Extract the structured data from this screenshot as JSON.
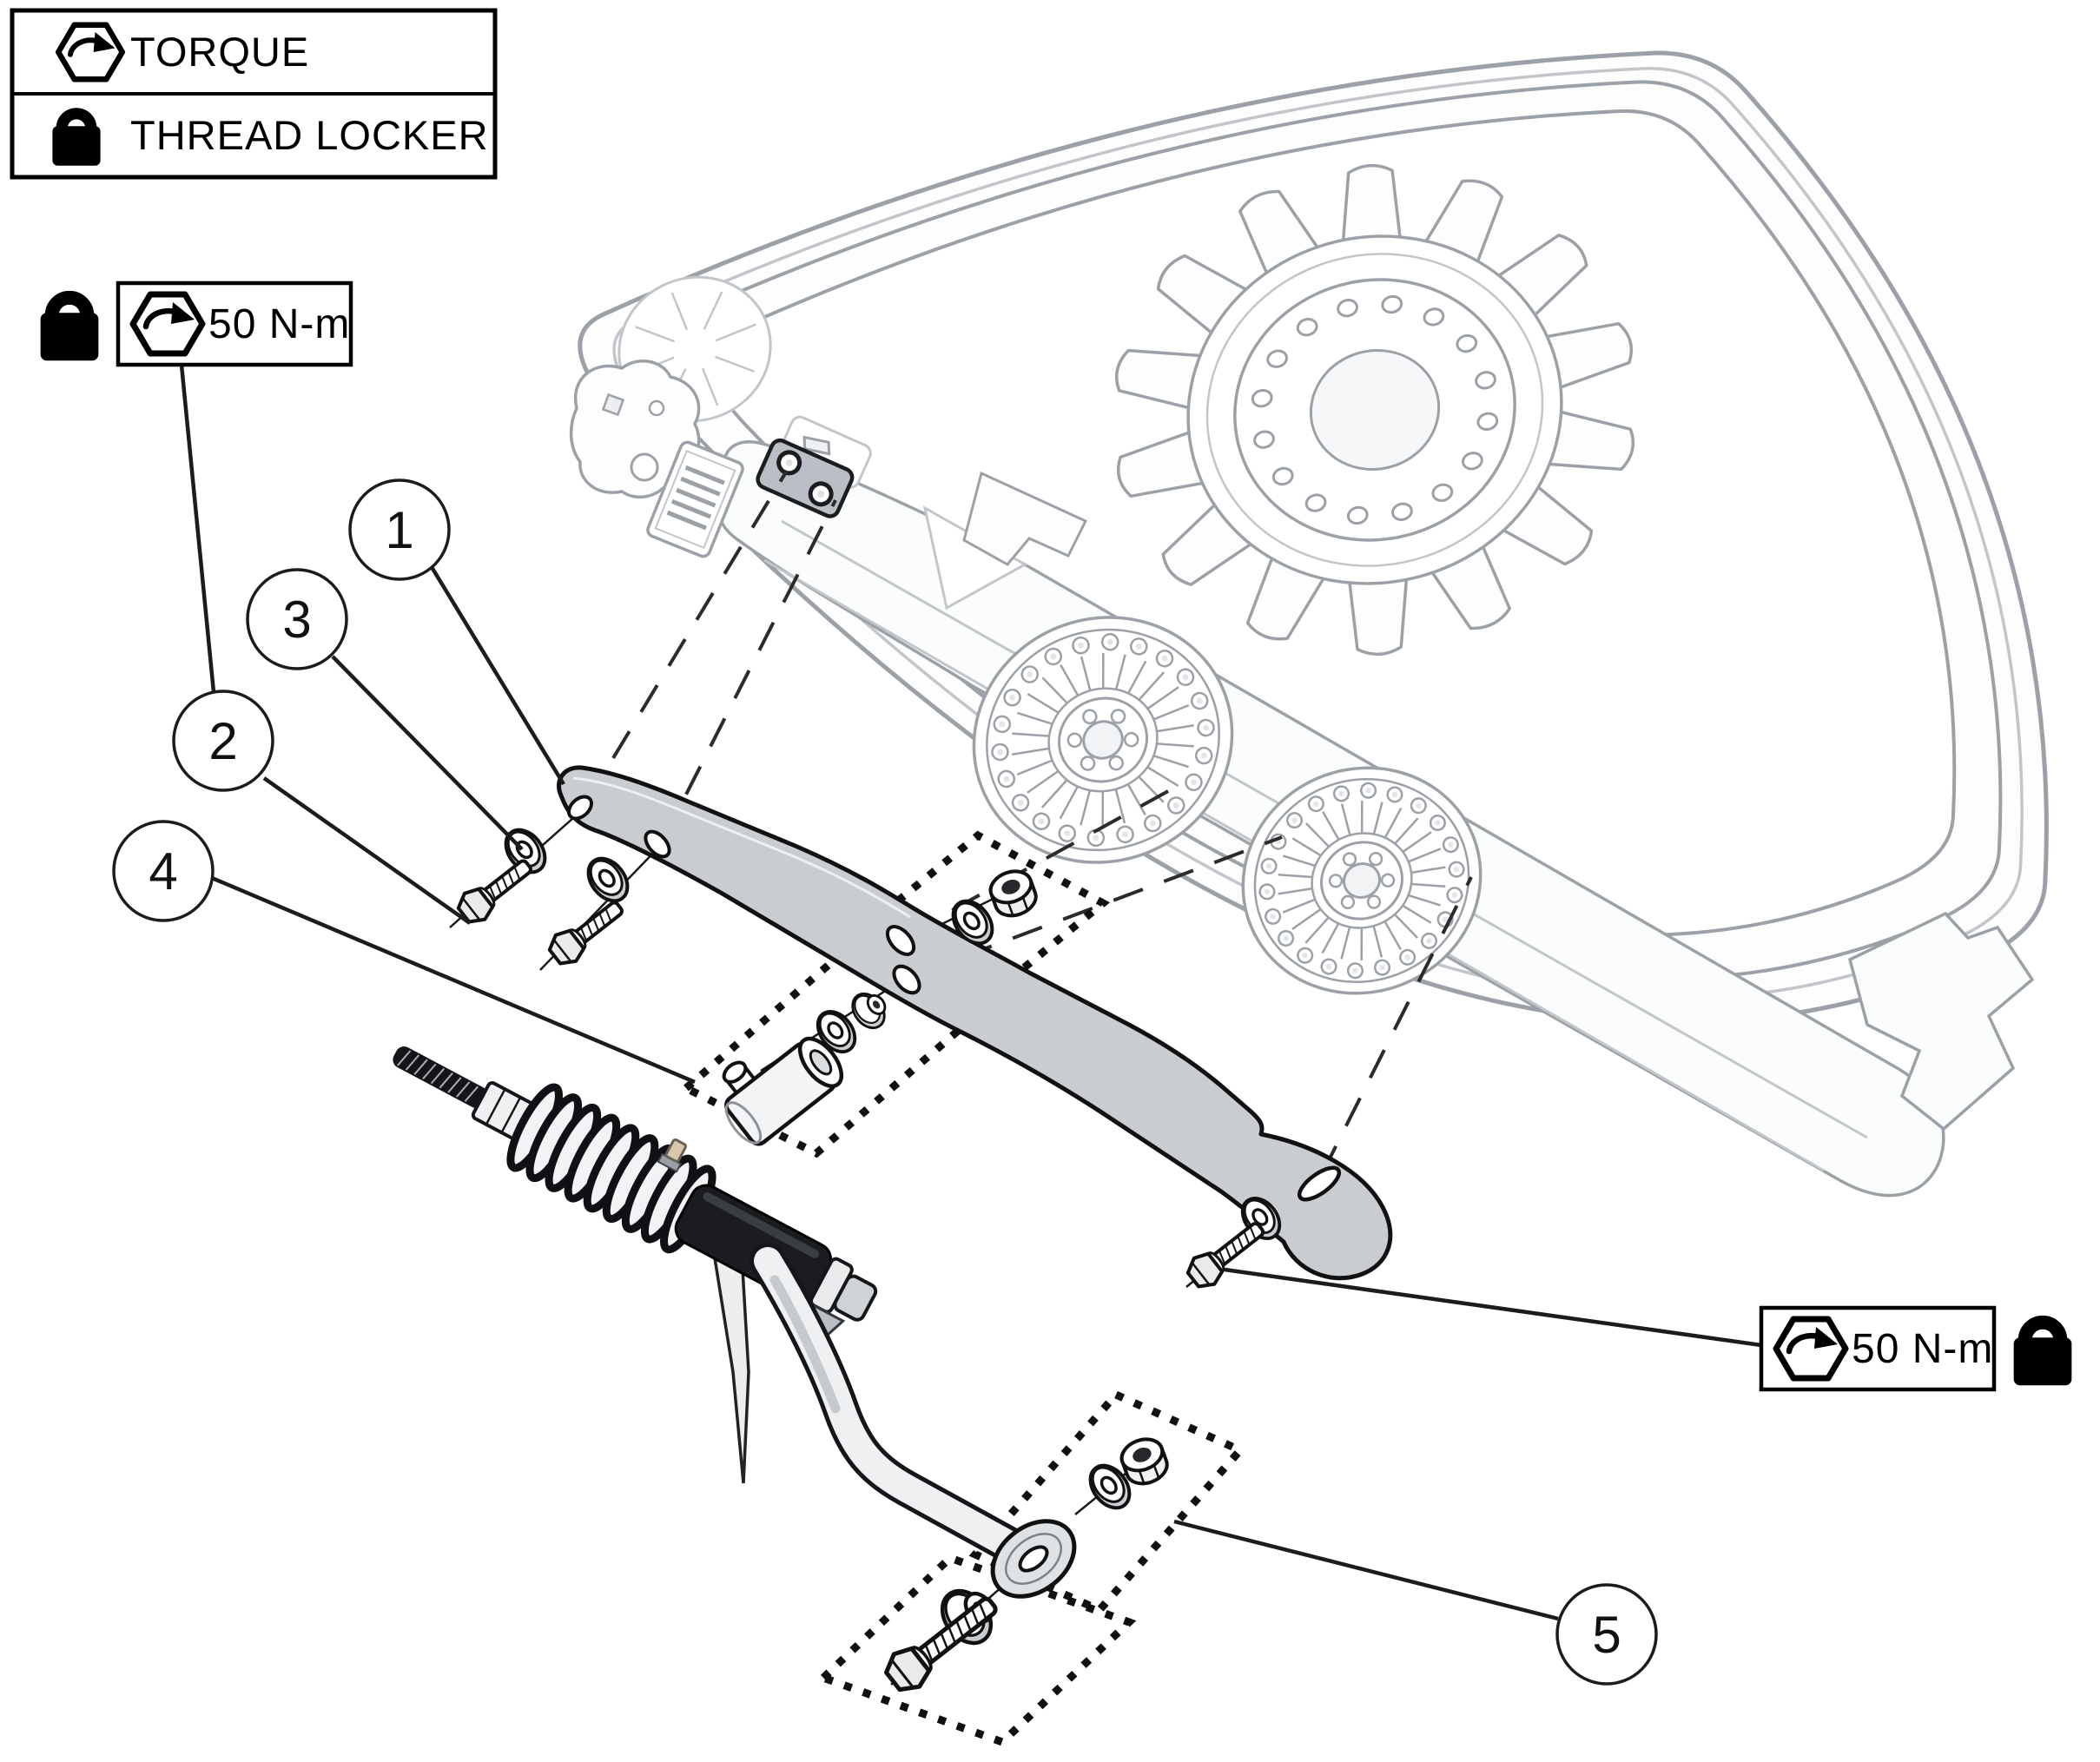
{
  "legend": {
    "rows": [
      {
        "icon": "torque-hex-arrow",
        "label": "TORQUE"
      },
      {
        "icon": "padlock",
        "label": "THREAD LOCKER"
      }
    ]
  },
  "torque_labels": {
    "left": {
      "value": "50 N-m",
      "icon": "torque-hex-arrow",
      "thread_locker_icon": "padlock"
    },
    "right": {
      "value": "50 N-m",
      "icon": "torque-hex-arrow",
      "thread_locker_icon": "padlock"
    }
  },
  "callouts": [
    {
      "number": "1"
    },
    {
      "number": "2"
    },
    {
      "number": "3"
    },
    {
      "number": "4"
    },
    {
      "number": "5"
    }
  ],
  "colors": {
    "ink": "#000000",
    "part_line": "#111111",
    "machine_line": "#9ba1a7",
    "machine_line_light": "#c2c6ca",
    "part_fill": "#c9cdd1",
    "shock_body": "#1b1c20",
    "fitting_brass": "#d9c7ab"
  }
}
